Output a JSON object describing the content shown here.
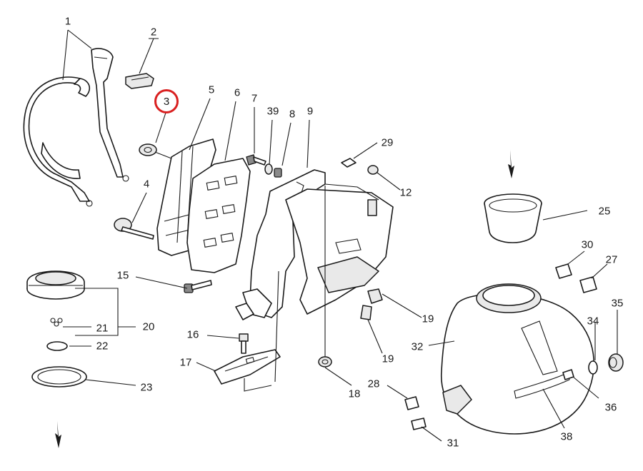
{
  "callouts": [
    {
      "id": "c1",
      "text": "1"
    },
    {
      "id": "c2",
      "text": "2"
    },
    {
      "id": "c3",
      "text": "3",
      "highlighted": true
    },
    {
      "id": "c4",
      "text": "4"
    },
    {
      "id": "c5",
      "text": "5"
    },
    {
      "id": "c6",
      "text": "6"
    },
    {
      "id": "c7",
      "text": "7"
    },
    {
      "id": "c39",
      "text": "39"
    },
    {
      "id": "c8",
      "text": "8"
    },
    {
      "id": "c9",
      "text": "9"
    },
    {
      "id": "c29",
      "text": "29"
    },
    {
      "id": "c12",
      "text": "12"
    },
    {
      "id": "c25",
      "text": "25"
    },
    {
      "id": "c30",
      "text": "30"
    },
    {
      "id": "c27",
      "text": "27"
    },
    {
      "id": "c15",
      "text": "15"
    },
    {
      "id": "c21",
      "text": "21"
    },
    {
      "id": "c20",
      "text": "20"
    },
    {
      "id": "c22",
      "text": "22"
    },
    {
      "id": "c23",
      "text": "23"
    },
    {
      "id": "c16",
      "text": "16"
    },
    {
      "id": "c17",
      "text": "17"
    },
    {
      "id": "c19a",
      "text": "19"
    },
    {
      "id": "c19b",
      "text": "19"
    },
    {
      "id": "c18",
      "text": "18"
    },
    {
      "id": "c32",
      "text": "32"
    },
    {
      "id": "c34",
      "text": "34"
    },
    {
      "id": "c35",
      "text": "35"
    },
    {
      "id": "c36",
      "text": "36"
    },
    {
      "id": "c28",
      "text": "28"
    },
    {
      "id": "c31",
      "text": "31"
    },
    {
      "id": "c38",
      "text": "38"
    }
  ],
  "colors": {
    "line": "#1a1a1a",
    "highlight": "#d92020",
    "background": "#ffffff"
  }
}
